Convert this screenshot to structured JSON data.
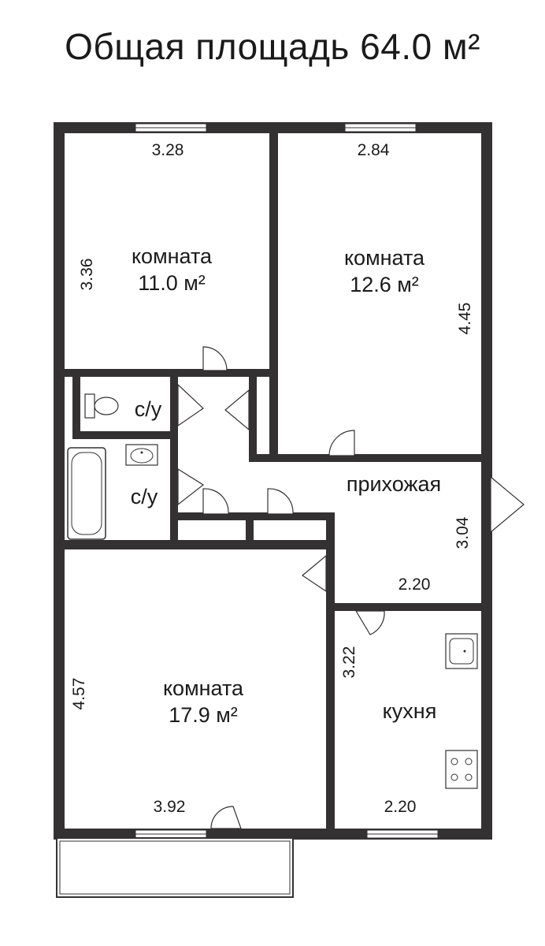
{
  "title": "Общая площадь 64.0 м²",
  "rooms": {
    "room1": {
      "name": "комната",
      "area": "11.0 м²",
      "width": "3.28",
      "depth": "3.36"
    },
    "room2": {
      "name": "комната",
      "area": "12.6 м²",
      "width": "2.84",
      "depth": "4.45"
    },
    "room3": {
      "name": "комната",
      "area": "17.9 м²",
      "width": "3.92",
      "depth": "4.57"
    },
    "wc": {
      "name": "с/у"
    },
    "bath": {
      "name": "с/у"
    },
    "hall": {
      "name": "прихожая",
      "width": "2.20",
      "depth": "3.04"
    },
    "kitchen": {
      "name": "кухня",
      "width": "2.20",
      "depth": "3.22"
    }
  },
  "colors": {
    "wall": "#343132",
    "background": "#ffffff",
    "text": "#1a1a1a"
  }
}
